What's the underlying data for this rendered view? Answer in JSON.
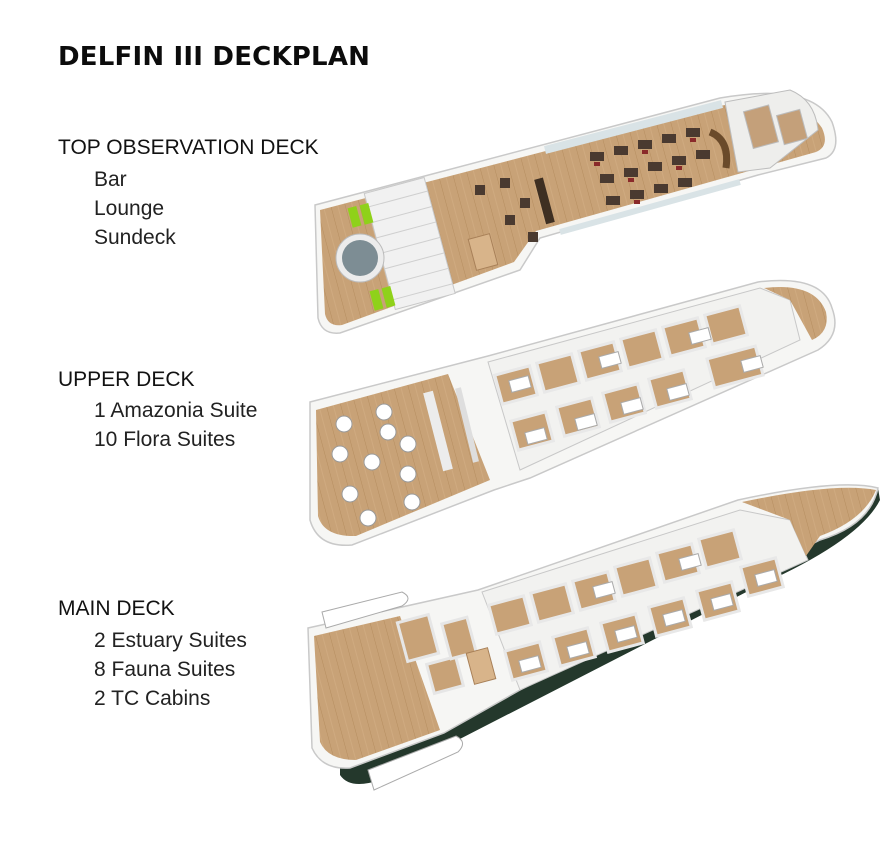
{
  "title": "DELFIN III DECKPLAN",
  "decks": [
    {
      "name": "TOP OBSERVATION DECK",
      "items": [
        "Bar",
        "Lounge",
        "Sundeck"
      ]
    },
    {
      "name": "UPPER DECK",
      "items": [
        "1 Amazonia Suite",
        "10 Flora Suites"
      ]
    },
    {
      "name": "MAIN DECK",
      "items": [
        "2 Estuary Suites",
        "8 Fauna Suites",
        "2 TC Cabins"
      ]
    }
  ],
  "colors": {
    "wood": "#c8a277",
    "wood_dark": "#9a7446",
    "wall": "#f4f4f2",
    "hull_white": "#ffffff",
    "hull_green": "#24382c",
    "furniture": "#4a3a30",
    "sunbed": "#8fd11a",
    "pool": "#7d8d94",
    "glass": "#d9e3e6"
  }
}
